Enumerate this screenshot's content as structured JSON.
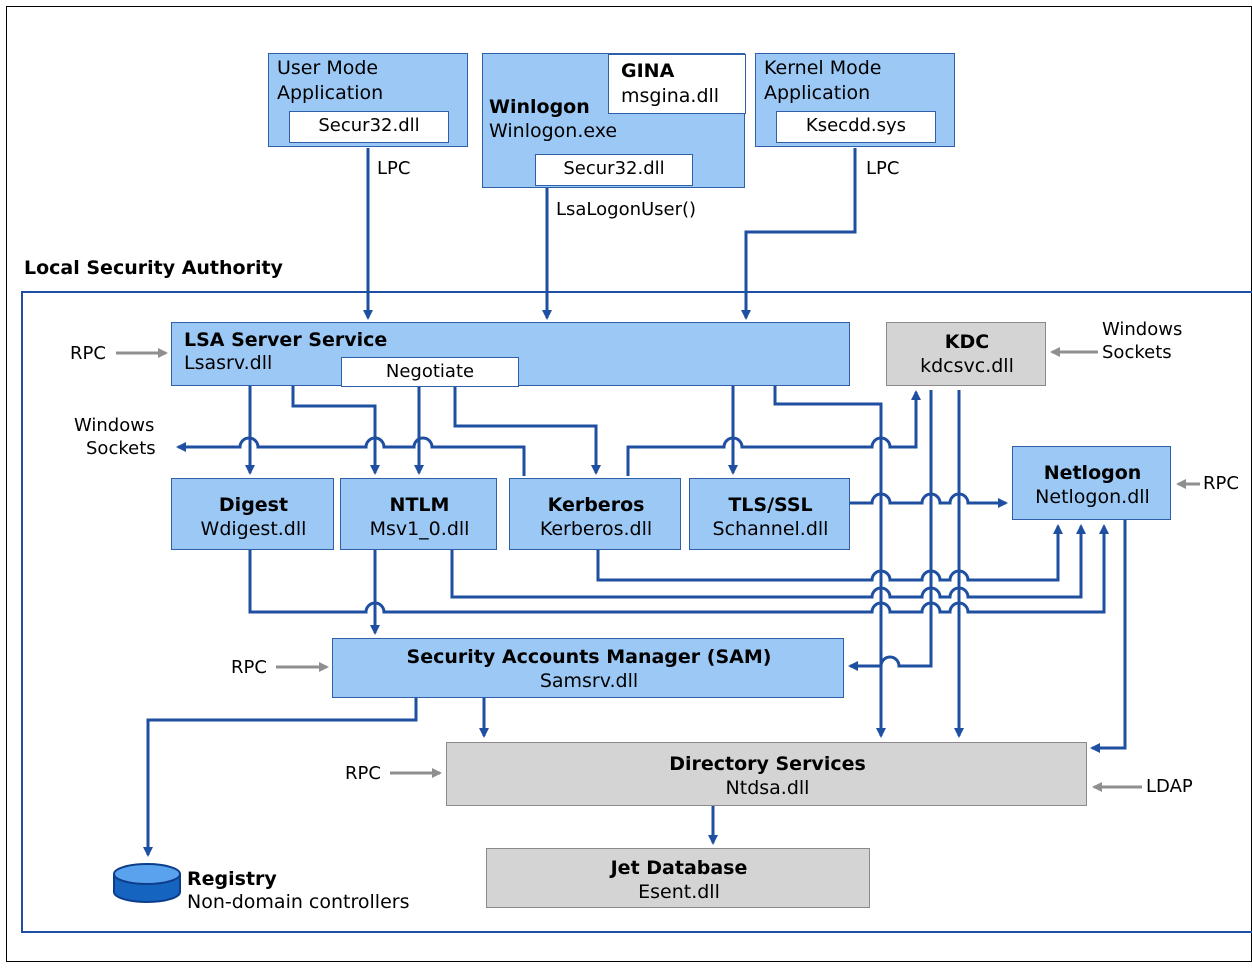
{
  "lsa": {
    "label": "Local Security Authority"
  },
  "top_clients": {
    "user_mode": {
      "line1": "User Mode",
      "line2": "Application",
      "dll": "Secur32.dll",
      "channel": "LPC"
    },
    "winlogon": {
      "name": "Winlogon",
      "exe": "Winlogon.exe",
      "gina_name": "GINA",
      "gina_dll": "msgina.dll",
      "dll": "Secur32.dll",
      "call": "LsaLogonUser()"
    },
    "kernel_mode": {
      "line1": "Kernel Mode",
      "line2": "Application",
      "driver": "Ksecdd.sys",
      "channel": "LPC"
    }
  },
  "lsa_server": {
    "title": "LSA Server Service",
    "dll": "Lsasrv.dll",
    "negotiate": "Negotiate",
    "rpc": "RPC"
  },
  "kdc": {
    "title": "KDC",
    "dll": "kdcsvc.dll",
    "sockets_line1": "Windows",
    "sockets_line2": "Sockets"
  },
  "left_sockets": {
    "line1": "Windows",
    "line2": "Sockets"
  },
  "packages": [
    {
      "title": "Digest",
      "dll": "Wdigest.dll"
    },
    {
      "title": "NTLM",
      "dll": "Msv1_0.dll"
    },
    {
      "title": "Kerberos",
      "dll": "Kerberos.dll"
    },
    {
      "title": "TLS/SSL",
      "dll": "Schannel.dll"
    }
  ],
  "netlogon": {
    "title": "Netlogon",
    "dll": "Netlogon.dll",
    "rpc": "RPC"
  },
  "sam": {
    "title": "Security Accounts Manager (SAM)",
    "dll": "Samsrv.dll",
    "rpc": "RPC"
  },
  "directory": {
    "title": "Directory Services",
    "dll": "Ntdsa.dll",
    "rpc": "RPC",
    "ldap": "LDAP"
  },
  "jet": {
    "title": "Jet Database",
    "dll": "Esent.dll"
  },
  "registry": {
    "title": "Registry",
    "subtitle": "Non-domain controllers"
  },
  "colors": {
    "blue_box": "#9cc8f5",
    "gray_box": "#d4d4d4",
    "wire": "#1f4fa0",
    "gray_arrow": "#8f8f8f"
  }
}
